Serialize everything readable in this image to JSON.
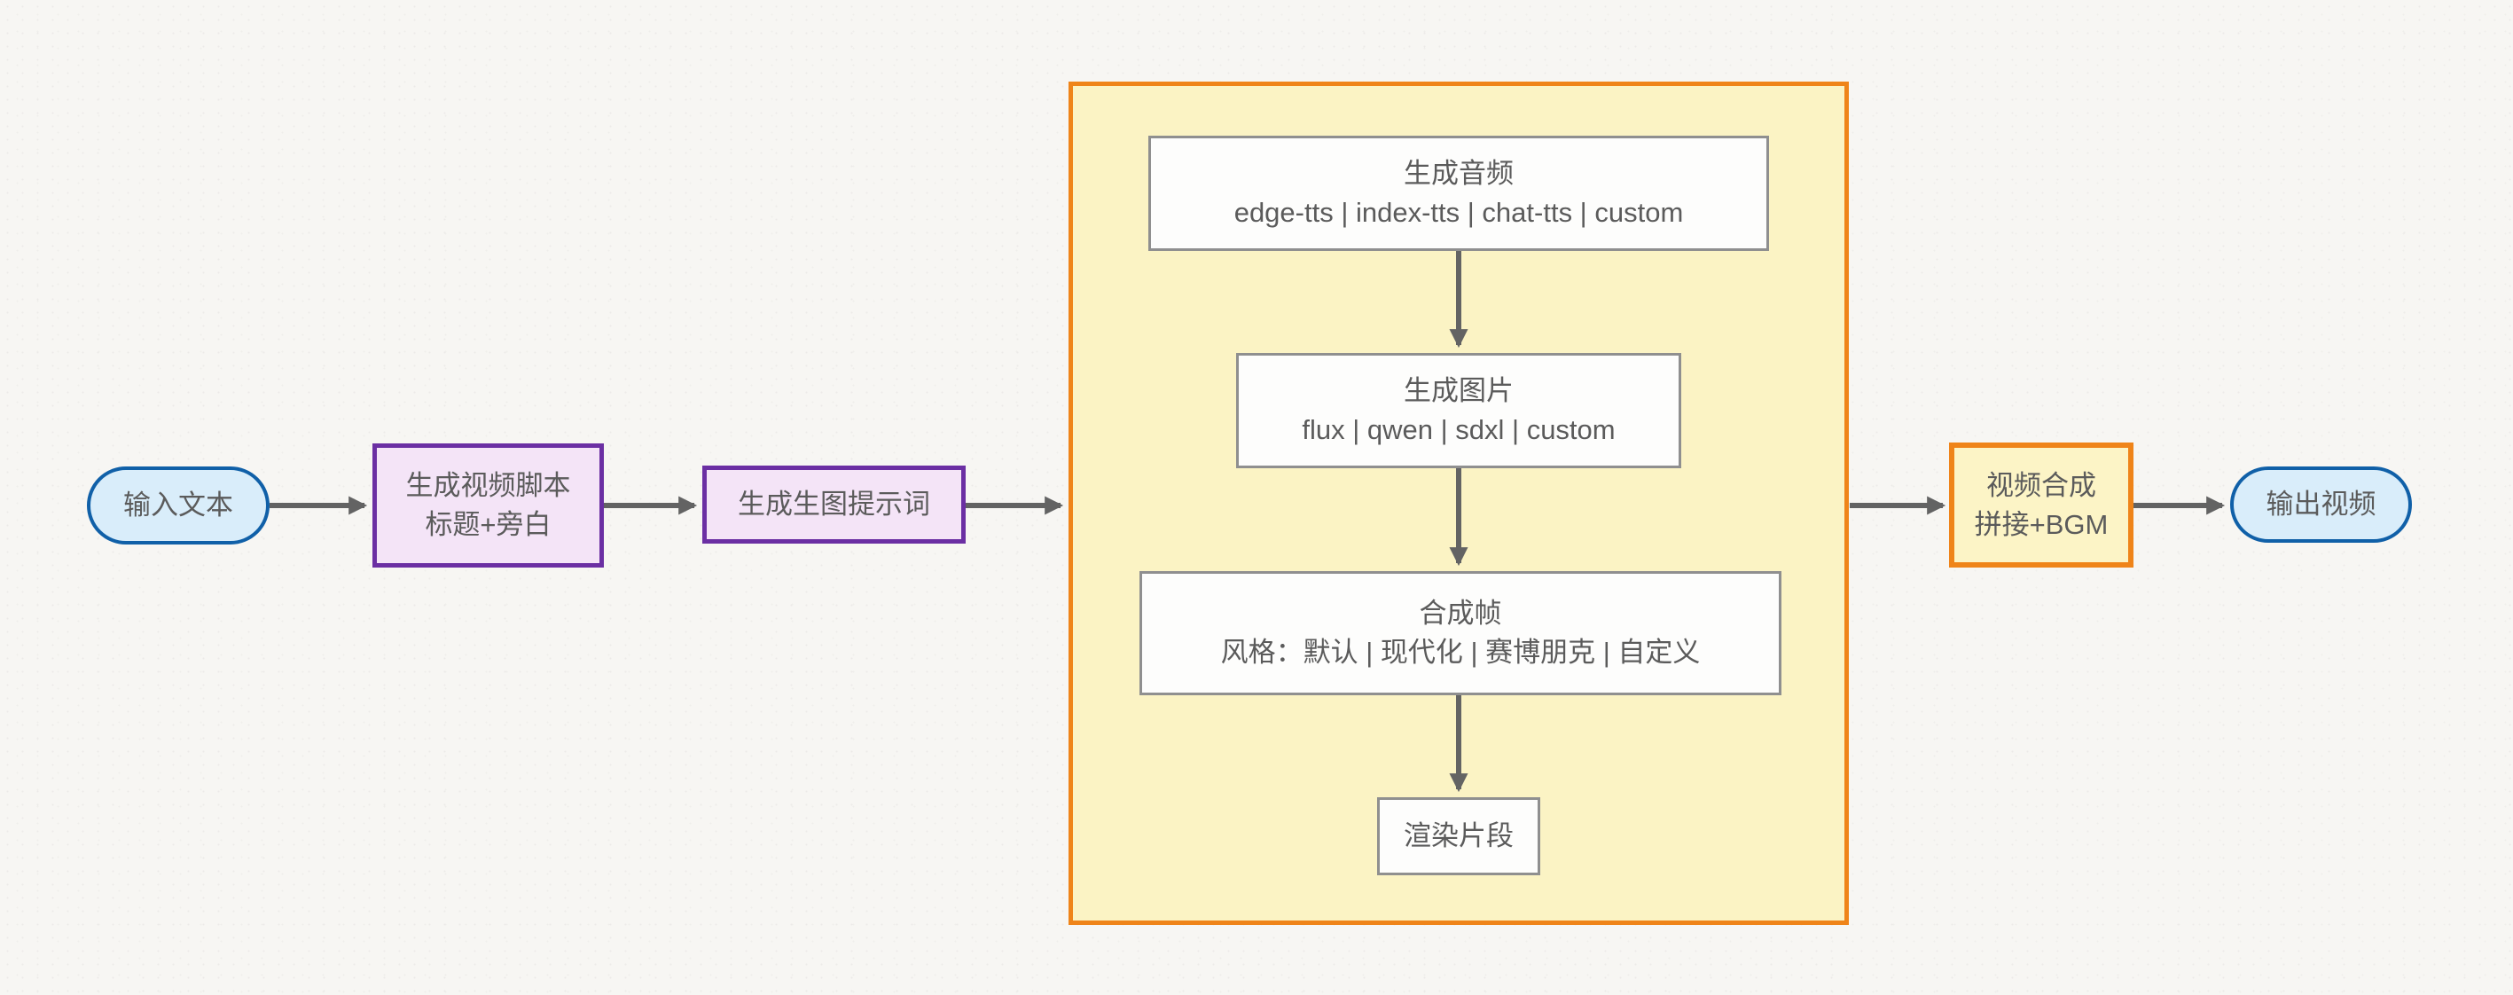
{
  "diagram": {
    "type": "flowchart",
    "direction": "left-to-right",
    "colors": {
      "background": "#f7f6f3",
      "arrow": "#636363",
      "text": "#5b5b5b",
      "stadium_fill": "#d9edfa",
      "stadium_stroke": "#1060a8",
      "process_fill": "#f4e4f7",
      "process_stroke": "#6b2fa3",
      "group_fill": "#fbf3c4",
      "group_stroke": "#ef8419",
      "step_fill": "#fdfdfc",
      "step_stroke": "#8f8f8f",
      "merge_fill": "#fcf4c6",
      "merge_stroke": "#ef8419"
    },
    "nodes": {
      "input_text": {
        "shape": "stadium",
        "label": "输入文本"
      },
      "generate_script": {
        "shape": "rect",
        "title": "生成视频脚本",
        "subtitle": "标题+旁白"
      },
      "generate_image_prompt": {
        "shape": "rect",
        "label": "生成生图提示词"
      },
      "generate_audio": {
        "shape": "rect",
        "title": "生成音频",
        "subtitle": "edge-tts | index-tts | chat-tts | custom"
      },
      "generate_image": {
        "shape": "rect",
        "title": "生成图片",
        "subtitle": "flux | qwen | sdxl | custom"
      },
      "compose_frame": {
        "shape": "rect",
        "title": "合成帧",
        "subtitle": "风格：默认 | 现代化 | 赛博朋克 | 自定义"
      },
      "render_clip": {
        "shape": "rect",
        "label": "渲染片段"
      },
      "video_merge": {
        "shape": "rect",
        "title": "视频合成",
        "subtitle": "拼接+BGM"
      },
      "output_video": {
        "shape": "stadium",
        "label": "输出视频"
      }
    },
    "edges": [
      {
        "from": "input_text",
        "to": "generate_script"
      },
      {
        "from": "generate_script",
        "to": "generate_image_prompt"
      },
      {
        "from": "generate_image_prompt",
        "to": "scene_group"
      },
      {
        "from": "generate_audio",
        "to": "generate_image"
      },
      {
        "from": "generate_image",
        "to": "compose_frame"
      },
      {
        "from": "compose_frame",
        "to": "render_clip"
      },
      {
        "from": "scene_group",
        "to": "video_merge"
      },
      {
        "from": "video_merge",
        "to": "output_video"
      }
    ]
  }
}
